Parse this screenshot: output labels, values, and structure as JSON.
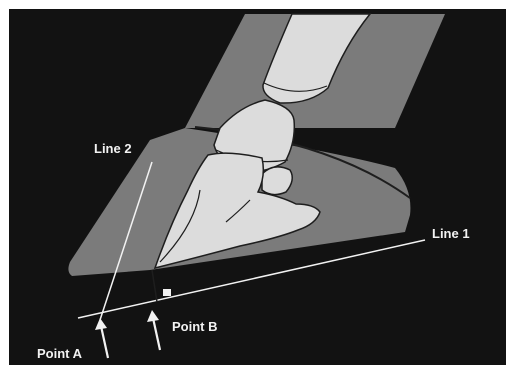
{
  "labels": {
    "line_1": "Line 1",
    "line_2": "Line 2",
    "point_a": "Point A",
    "point_b": "Point B"
  },
  "colors": {
    "background": "#121212",
    "hoof_wall": "#7b7b7b",
    "bone": "#dcdcdc",
    "outline": "#1e1e1e",
    "lines": "#f2f2f2",
    "text": "#f2f2f2"
  }
}
